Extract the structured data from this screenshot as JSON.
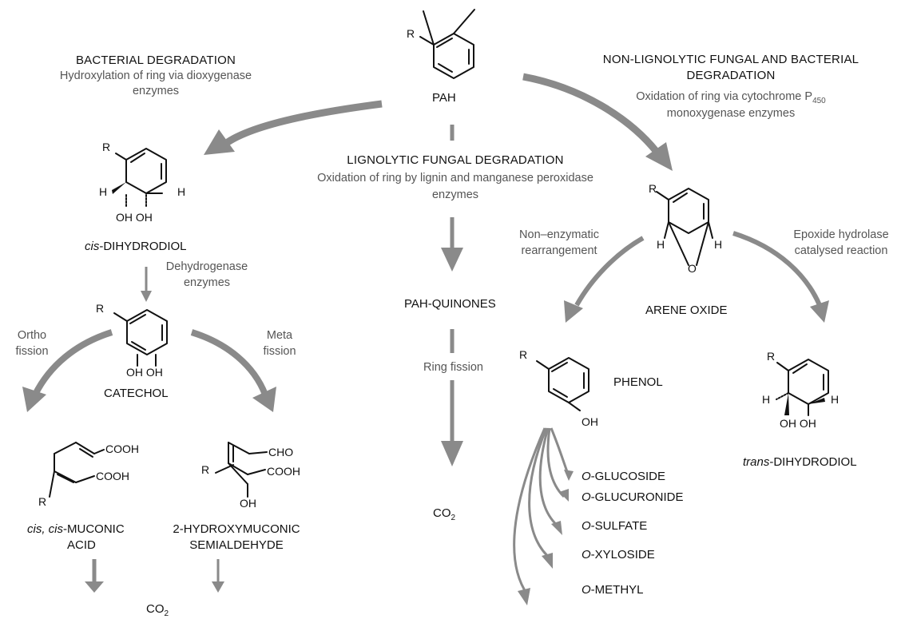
{
  "top": {
    "label": "PAH",
    "r": "R"
  },
  "bacterial": {
    "title": "BACTERIAL DEGRADATION",
    "desc1": "Hydroxylation of ring via dioxygenase",
    "desc2": "enzymes"
  },
  "lignolytic": {
    "title": "LIGNOLYTIC FUNGAL DEGRADATION",
    "desc1": "Oxidation of ring by lignin and manganese peroxidase",
    "desc2": "enzymes"
  },
  "nonlignolytic": {
    "title1": "NON-LIGNOLYTIC FUNGAL AND BACTERIAL",
    "title2": "DEGRADATION",
    "desc1_pre": "Oxidation of ring via cytochrome P",
    "desc1_sub": "450",
    "desc2": "monoxygenase enzymes"
  },
  "cisdiol": {
    "r": "R",
    "h_left": "H",
    "h_right": "H",
    "oh": "OH OH",
    "name_italic": "cis",
    "name_rest": "-DIHYDRODIOL"
  },
  "dehydro": {
    "line1": "Dehydrogenase",
    "line2": "enzymes"
  },
  "ortho": {
    "line1": "Ortho",
    "line2": "fission"
  },
  "meta": {
    "line1": "Meta",
    "line2": "fission"
  },
  "catechol": {
    "r": "R",
    "oh": "OH OH",
    "name": "CATECHOL"
  },
  "muconic": {
    "cooh1": "COOH",
    "cooh2": "COOH",
    "r": "R",
    "name_italic": "cis, cis",
    "name_rest": "-MUCONIC",
    "name2": "ACID"
  },
  "semialdehyde": {
    "r": "R",
    "cho": "CHO",
    "cooh": "COOH",
    "oh": "OH",
    "name1": "2-HYDROXYMUCONIC",
    "name2": "SEMIALDEHYDE"
  },
  "co2_bottom": {
    "pre": "CO",
    "sub": "2"
  },
  "quinones": {
    "name": "PAH-QUINONES",
    "ring_fission": "Ring fission",
    "co2_pre": "CO",
    "co2_sub": "2"
  },
  "arene": {
    "r": "R",
    "h_left": "H",
    "o": "O",
    "h_right": "H",
    "name": "ARENE OXIDE"
  },
  "nonenz": {
    "line1": "Non–enzymatic",
    "line2": "rearrangement"
  },
  "epoxide": {
    "line1": "Epoxide hydrolase",
    "line2": "catalysed reaction"
  },
  "phenol": {
    "r": "R",
    "oh": "OH",
    "name": "PHENOL"
  },
  "transdiol": {
    "r": "R",
    "h_left": "H",
    "h_right": "H",
    "oh": "OH OH",
    "name_italic": "trans",
    "name_rest": "-DIHYDRODIOL"
  },
  "conjugates": [
    {
      "prefix": "O",
      "rest": "-GLUCOSIDE"
    },
    {
      "prefix": "O",
      "rest": "-GLUCURONIDE"
    },
    {
      "prefix": "O",
      "rest": "-SULFATE"
    },
    {
      "prefix": "O",
      "rest": "-XYLOSIDE"
    },
    {
      "prefix": "O",
      "rest": "-METHYL"
    }
  ],
  "colors": {
    "arrow": "#8a8a8a",
    "text_gray": "#555555",
    "text_black": "#111111"
  }
}
